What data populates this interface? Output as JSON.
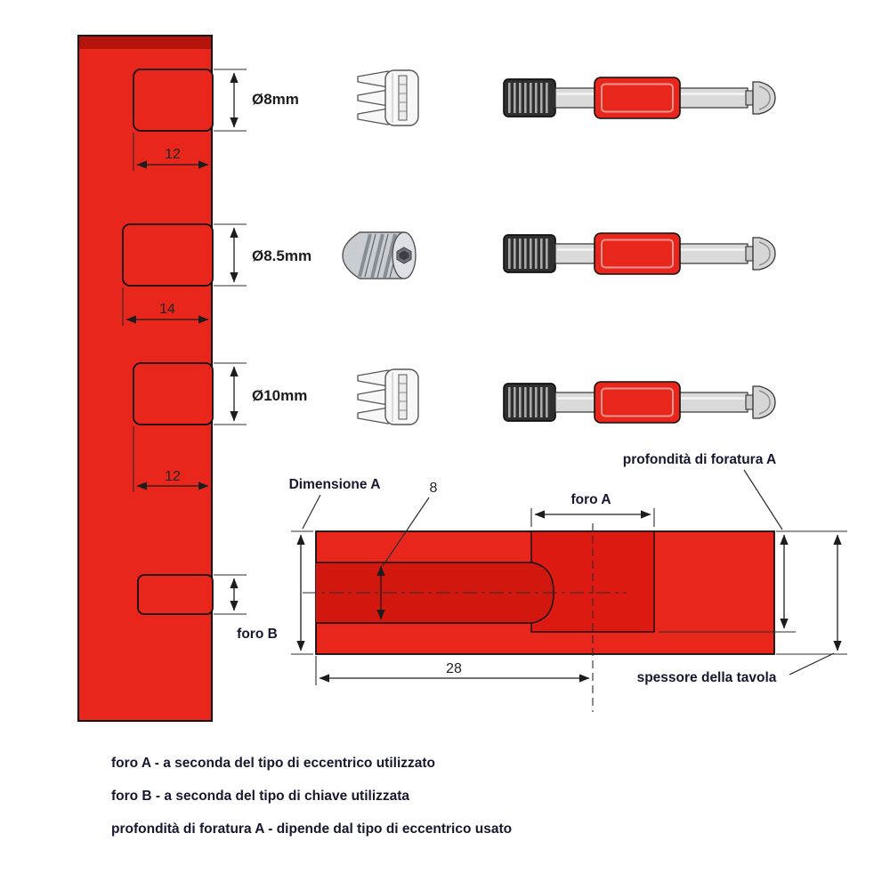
{
  "colors": {
    "red": "#e8261c",
    "dark_red": "#b3150c",
    "foro_red": "#dc1a11",
    "hole_red": "#d2170e"
  },
  "panel": {
    "holes": [
      {
        "diameter": "Ø8mm",
        "depth": "12"
      },
      {
        "diameter": "Ø8.5mm",
        "depth": "14"
      },
      {
        "diameter": "Ø10mm",
        "depth": "12"
      }
    ],
    "foro_b": "foro B"
  },
  "board": {
    "dimension_a": "Dimensione A",
    "hole_diameter": "8",
    "foro_a": "foro A",
    "drill_depth": "profondità di foratura A",
    "thickness": "spessore della tavola",
    "edge_distance": "28"
  },
  "legend": [
    "foro A - a seconda del tipo di eccentrico utilizzato",
    "foro B - a seconda del tipo di chiave utilizzata",
    "profondità di foratura A - dipende dal tipo di eccentrico usato"
  ]
}
